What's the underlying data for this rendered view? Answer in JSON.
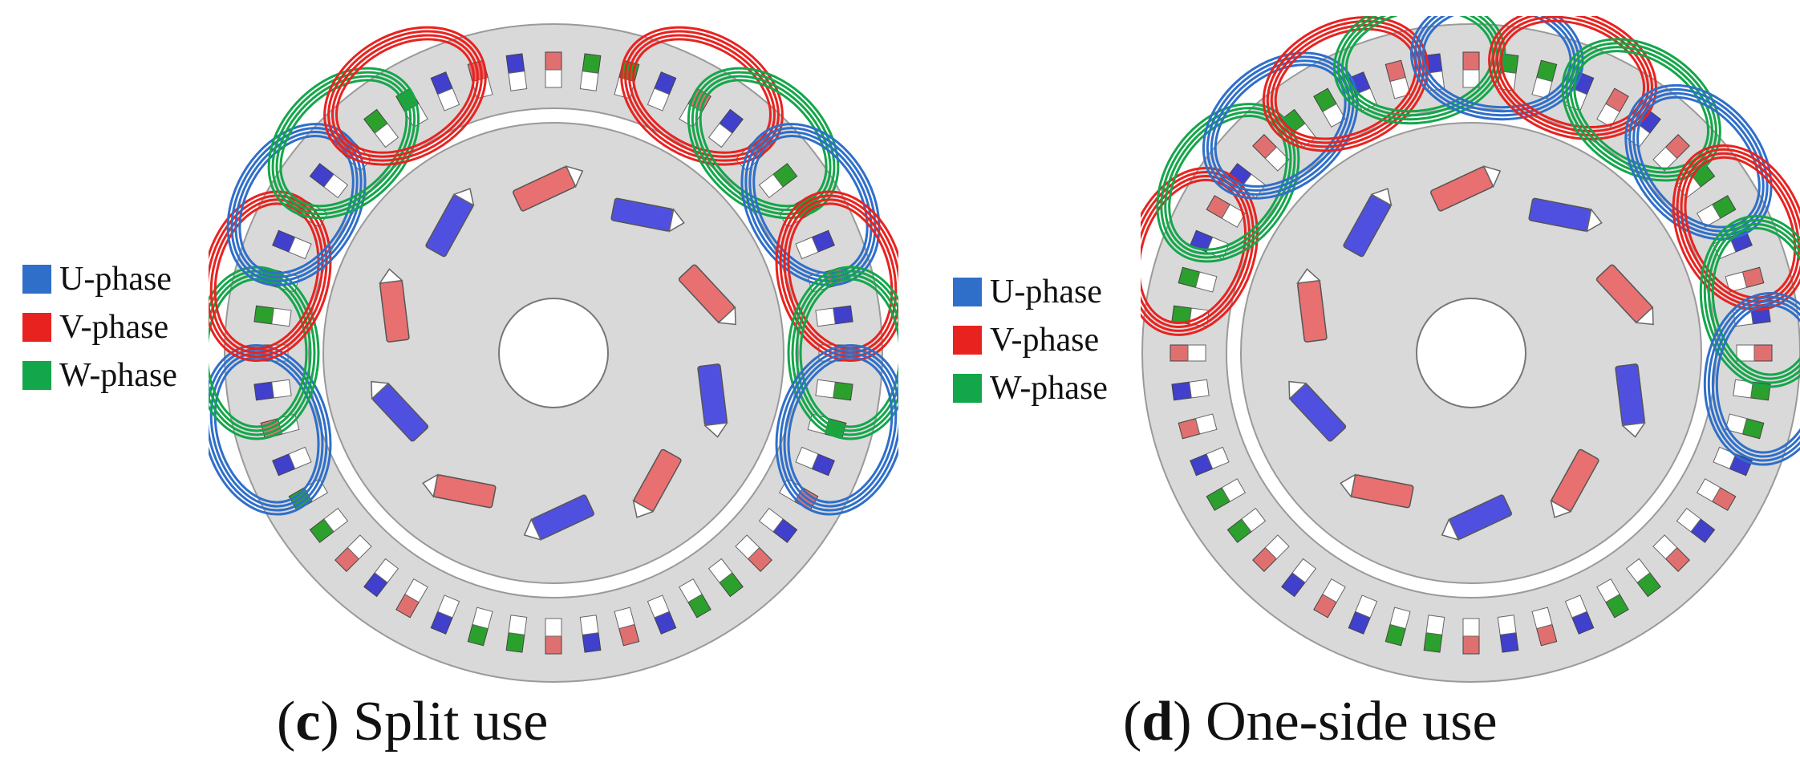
{
  "colors": {
    "u": "#2f6fc9",
    "v": "#e8231f",
    "w": "#14a64a",
    "stator": "#d9d9d9",
    "u_coil": "#4040cc",
    "v_coil": "#e07070",
    "w_coil": "#2ca02c"
  },
  "legend": {
    "u_label": "U-phase",
    "v_label": "V-phase",
    "w_label": "W-phase"
  },
  "panels": [
    {
      "id": "c",
      "letter": "c",
      "caption_text": "Split use",
      "slot_phases": [
        "v",
        "w",
        "w",
        "u",
        "v",
        "u",
        "v",
        "w",
        "w",
        "u",
        "v",
        "u",
        "v",
        "w",
        "w",
        "u",
        "v",
        "u",
        "v",
        "w",
        "w",
        "u",
        "v",
        "u",
        "v",
        "w",
        "w",
        "u",
        "v",
        "u",
        "v",
        "w",
        "w",
        "u",
        "v",
        "u",
        "v",
        "w",
        "w",
        "u",
        "v",
        "u",
        "v",
        "w",
        "w",
        "u",
        "v",
        "u"
      ],
      "rotor_pole_phases": [
        "u",
        "v",
        "u",
        "v",
        "u",
        "v",
        "u",
        "v",
        "u",
        "v"
      ],
      "winding_groups": [
        {
          "phase": "v",
          "center_deg": -60
        },
        {
          "phase": "w",
          "center_deg": -45
        },
        {
          "phase": "u",
          "center_deg": -30
        },
        {
          "phase": "v",
          "center_deg": -15
        },
        {
          "phase": "w",
          "center_deg": 0
        },
        {
          "phase": "u",
          "center_deg": 15
        },
        {
          "phase": "u",
          "center_deg": 165
        },
        {
          "phase": "w",
          "center_deg": 180
        },
        {
          "phase": "v",
          "center_deg": 195
        },
        {
          "phase": "u",
          "center_deg": 210
        },
        {
          "phase": "w",
          "center_deg": 225
        },
        {
          "phase": "v",
          "center_deg": 240
        }
      ]
    },
    {
      "id": "d",
      "letter": "d",
      "caption_text": "One-side use",
      "slot_phases": [
        "v",
        "w",
        "w",
        "u",
        "v",
        "u",
        "v",
        "w",
        "w",
        "u",
        "v",
        "u",
        "v",
        "w",
        "w",
        "u",
        "v",
        "u",
        "v",
        "w",
        "w",
        "u",
        "v",
        "u",
        "v",
        "w",
        "w",
        "u",
        "v",
        "u",
        "v",
        "w",
        "w",
        "u",
        "v",
        "u",
        "v",
        "w",
        "w",
        "u",
        "v",
        "u",
        "v",
        "w",
        "w",
        "u",
        "v",
        "u"
      ],
      "rotor_pole_phases": [
        "u",
        "v",
        "u",
        "v",
        "u",
        "v",
        "u",
        "v",
        "u",
        "v"
      ],
      "winding_groups": [
        {
          "phase": "v",
          "center_deg": 200
        },
        {
          "phase": "w",
          "center_deg": 215
        },
        {
          "phase": "u",
          "center_deg": 230
        },
        {
          "phase": "v",
          "center_deg": 245
        },
        {
          "phase": "w",
          "center_deg": 260
        },
        {
          "phase": "u",
          "center_deg": 275
        },
        {
          "phase": "v",
          "center_deg": 290
        },
        {
          "phase": "w",
          "center_deg": 305
        },
        {
          "phase": "u",
          "center_deg": 320
        },
        {
          "phase": "v",
          "center_deg": 335
        },
        {
          "phase": "w",
          "center_deg": 350
        },
        {
          "phase": "u",
          "center_deg": 5
        }
      ]
    }
  ]
}
